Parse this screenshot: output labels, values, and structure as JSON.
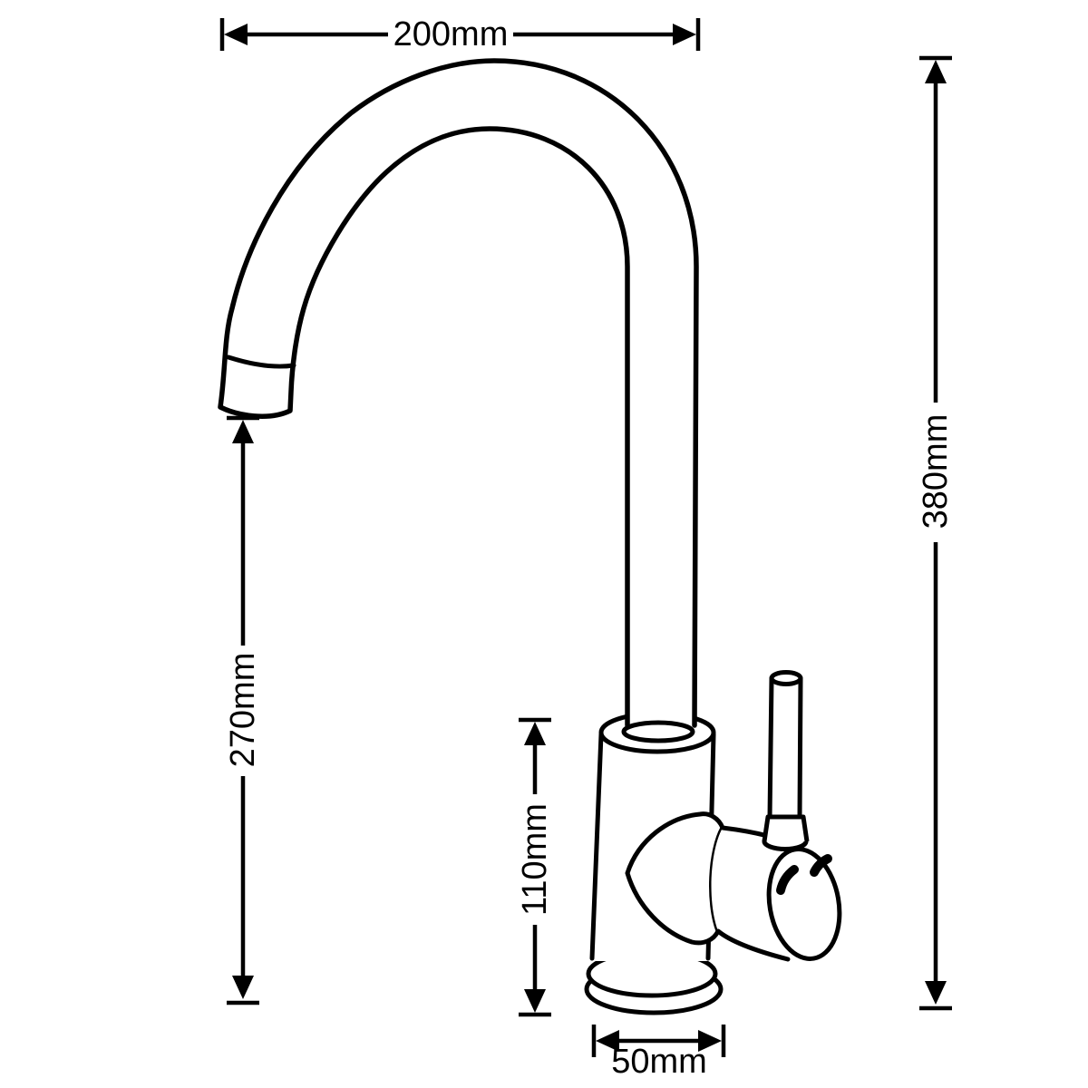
{
  "drawing": {
    "subject": "Kitchen faucet technical line drawing with dimension annotations",
    "background_color": "#ffffff",
    "line_color": "#000000",
    "dimensions": {
      "spout_reach": "200mm",
      "overall_height": "380mm",
      "spout_clearance": "270mm",
      "body_height": "110mm",
      "base_width": "50mm"
    }
  }
}
